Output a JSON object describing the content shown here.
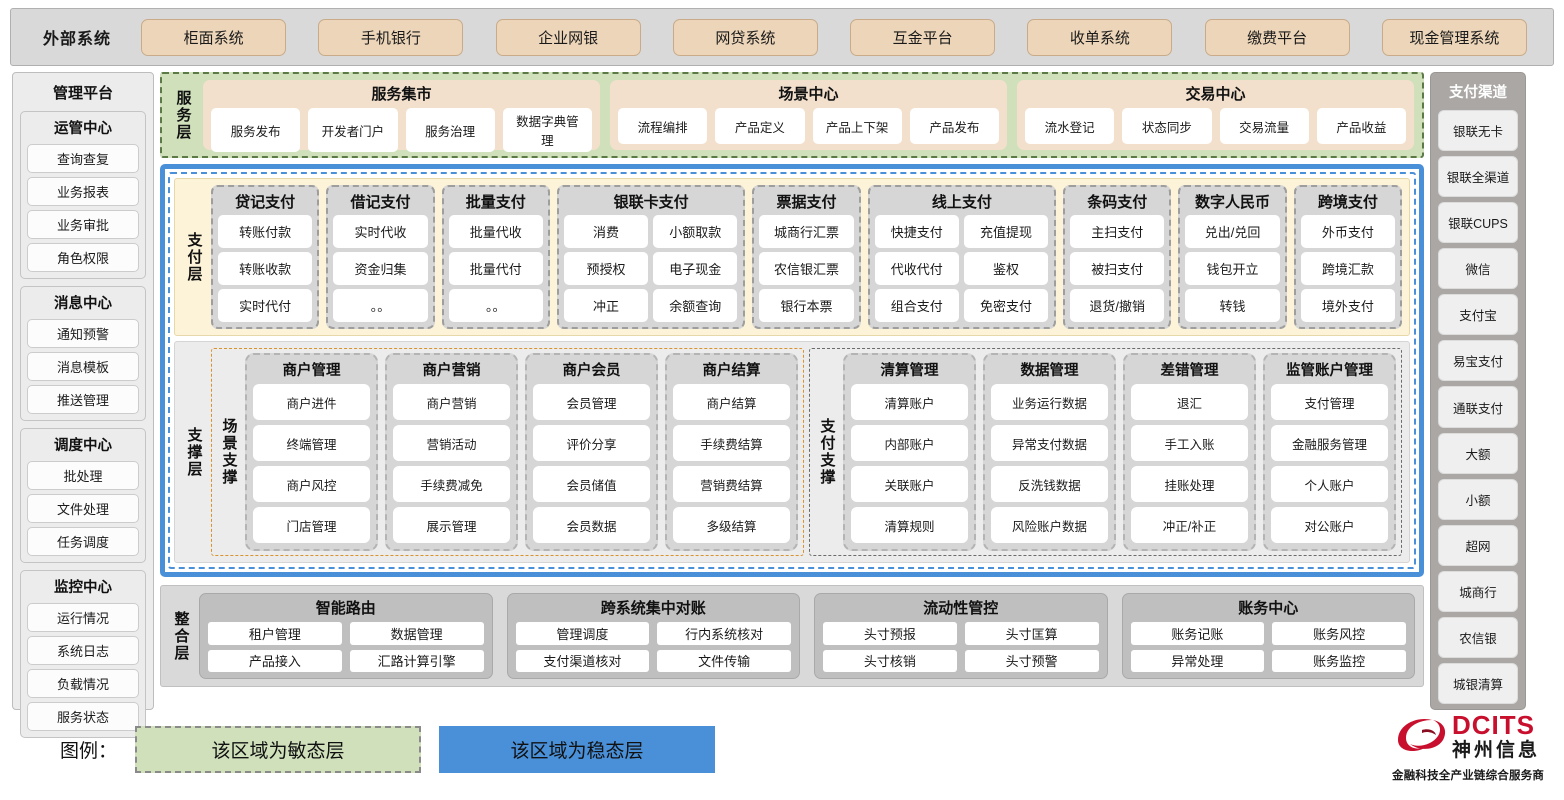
{
  "external": {
    "title": "外部系统",
    "systems": [
      "柜面系统",
      "手机银行",
      "企业网银",
      "网贷系统",
      "互金平台",
      "收单系统",
      "缴费平台",
      "现金管理系统"
    ]
  },
  "left_panel": {
    "title": "管理平台",
    "groups": [
      {
        "title": "运管中心",
        "items": [
          "查询查复",
          "业务报表",
          "业务审批",
          "角色权限"
        ]
      },
      {
        "title": "消息中心",
        "items": [
          "通知预警",
          "消息模板",
          "推送管理"
        ]
      },
      {
        "title": "调度中心",
        "items": [
          "批处理",
          "文件处理",
          "任务调度"
        ]
      },
      {
        "title": "监控中心",
        "items": [
          "运行情况",
          "系统日志",
          "负载情况",
          "服务状态"
        ]
      }
    ]
  },
  "right_panel": {
    "title": "支付渠道",
    "items": [
      "银联无卡",
      "银联全渠道",
      "银联CUPS",
      "微信",
      "支付宝",
      "易宝支付",
      "通联支付",
      "大额",
      "小额",
      "超网",
      "城商行",
      "农信银",
      "城银清算"
    ]
  },
  "service_layer": {
    "label": "服务层",
    "groups": [
      {
        "title": "服务集市",
        "items": [
          "服务发布",
          "开发者门户",
          "服务治理",
          "数据字典管理"
        ]
      },
      {
        "title": "场景中心",
        "items": [
          "流程编排",
          "产品定义",
          "产品上下架",
          "产品发布"
        ]
      },
      {
        "title": "交易中心",
        "items": [
          "流水登记",
          "状态同步",
          "交易流量",
          "产品收益"
        ]
      }
    ]
  },
  "pay_layer": {
    "label": "支付层",
    "groups": [
      {
        "title": "贷记支付",
        "cols": 1,
        "items": [
          "转账付款",
          "转账收款",
          "实时代付"
        ]
      },
      {
        "title": "借记支付",
        "cols": 1,
        "items": [
          "实时代收",
          "资金归集",
          "。。"
        ]
      },
      {
        "title": "批量支付",
        "cols": 1,
        "items": [
          "批量代收",
          "批量代付",
          "。。"
        ]
      },
      {
        "title": "银联卡支付",
        "cols": 2,
        "items": [
          "消费",
          "小额取款",
          "预授权",
          "电子现金",
          "冲正",
          "余额查询"
        ]
      },
      {
        "title": "票据支付",
        "cols": 1,
        "items": [
          "城商行汇票",
          "农信银汇票",
          "银行本票"
        ]
      },
      {
        "title": "线上支付",
        "cols": 2,
        "items": [
          "快捷支付",
          "充值提现",
          "代收代付",
          "鉴权",
          "组合支付",
          "免密支付"
        ]
      },
      {
        "title": "条码支付",
        "cols": 1,
        "items": [
          "主扫支付",
          "被扫支付",
          "退货/撤销"
        ]
      },
      {
        "title": "数字人民币",
        "cols": 1,
        "items": [
          "兑出/兑回",
          "钱包开立",
          "转钱"
        ]
      },
      {
        "title": "跨境支付",
        "cols": 1,
        "items": [
          "外币支付",
          "跨境汇款",
          "境外支付"
        ]
      }
    ]
  },
  "support_layer": {
    "label": "支撑层",
    "blocks": [
      {
        "label": "场景支撑",
        "groups": [
          {
            "title": "商户管理",
            "items": [
              "商户进件",
              "终端管理",
              "商户风控",
              "门店管理"
            ]
          },
          {
            "title": "商户营销",
            "items": [
              "商户营销",
              "营销活动",
              "手续费减免",
              "展示管理"
            ]
          },
          {
            "title": "商户会员",
            "items": [
              "会员管理",
              "评价分享",
              "会员储值",
              "会员数据"
            ]
          },
          {
            "title": "商户结算",
            "items": [
              "商户结算",
              "手续费结算",
              "营销费结算",
              "多级结算"
            ]
          }
        ]
      },
      {
        "label": "支付支撑",
        "groups": [
          {
            "title": "清算管理",
            "items": [
              "清算账户",
              "内部账户",
              "关联账户",
              "清算规则"
            ]
          },
          {
            "title": "数据管理",
            "items": [
              "业务运行数据",
              "异常支付数据",
              "反洗钱数据",
              "风险账户数据"
            ]
          },
          {
            "title": "差错管理",
            "items": [
              "退汇",
              "手工入账",
              "挂账处理",
              "冲正/补正"
            ]
          },
          {
            "title": "监管账户管理",
            "items": [
              "支付管理",
              "金融服务管理",
              "个人账户",
              "对公账户"
            ]
          }
        ]
      }
    ]
  },
  "integration_layer": {
    "label": "整合层",
    "groups": [
      {
        "title": "智能路由",
        "items": [
          "租户管理",
          "数据管理",
          "产品接入",
          "汇路计算引擎"
        ]
      },
      {
        "title": "跨系统集中对账",
        "items": [
          "管理调度",
          "行内系统核对",
          "支付渠道核对",
          "文件传输"
        ]
      },
      {
        "title": "流动性管控",
        "items": [
          "头寸预报",
          "头寸匡算",
          "头寸核销",
          "头寸预警"
        ]
      },
      {
        "title": "账务中心",
        "items": [
          "账务记账",
          "账务风控",
          "异常处理",
          "账务监控"
        ]
      }
    ]
  },
  "legend": {
    "label": "图例：",
    "agile": "该区域为敏态层",
    "stable": "该区域为稳态层",
    "agile_color": "#cfe0bb",
    "stable_color": "#4a90d9"
  },
  "logo": {
    "en": "DCITS",
    "cn": "神州信息",
    "tagline": "金融科技全产业链综合服务商",
    "brand_color": "#c8102e"
  }
}
